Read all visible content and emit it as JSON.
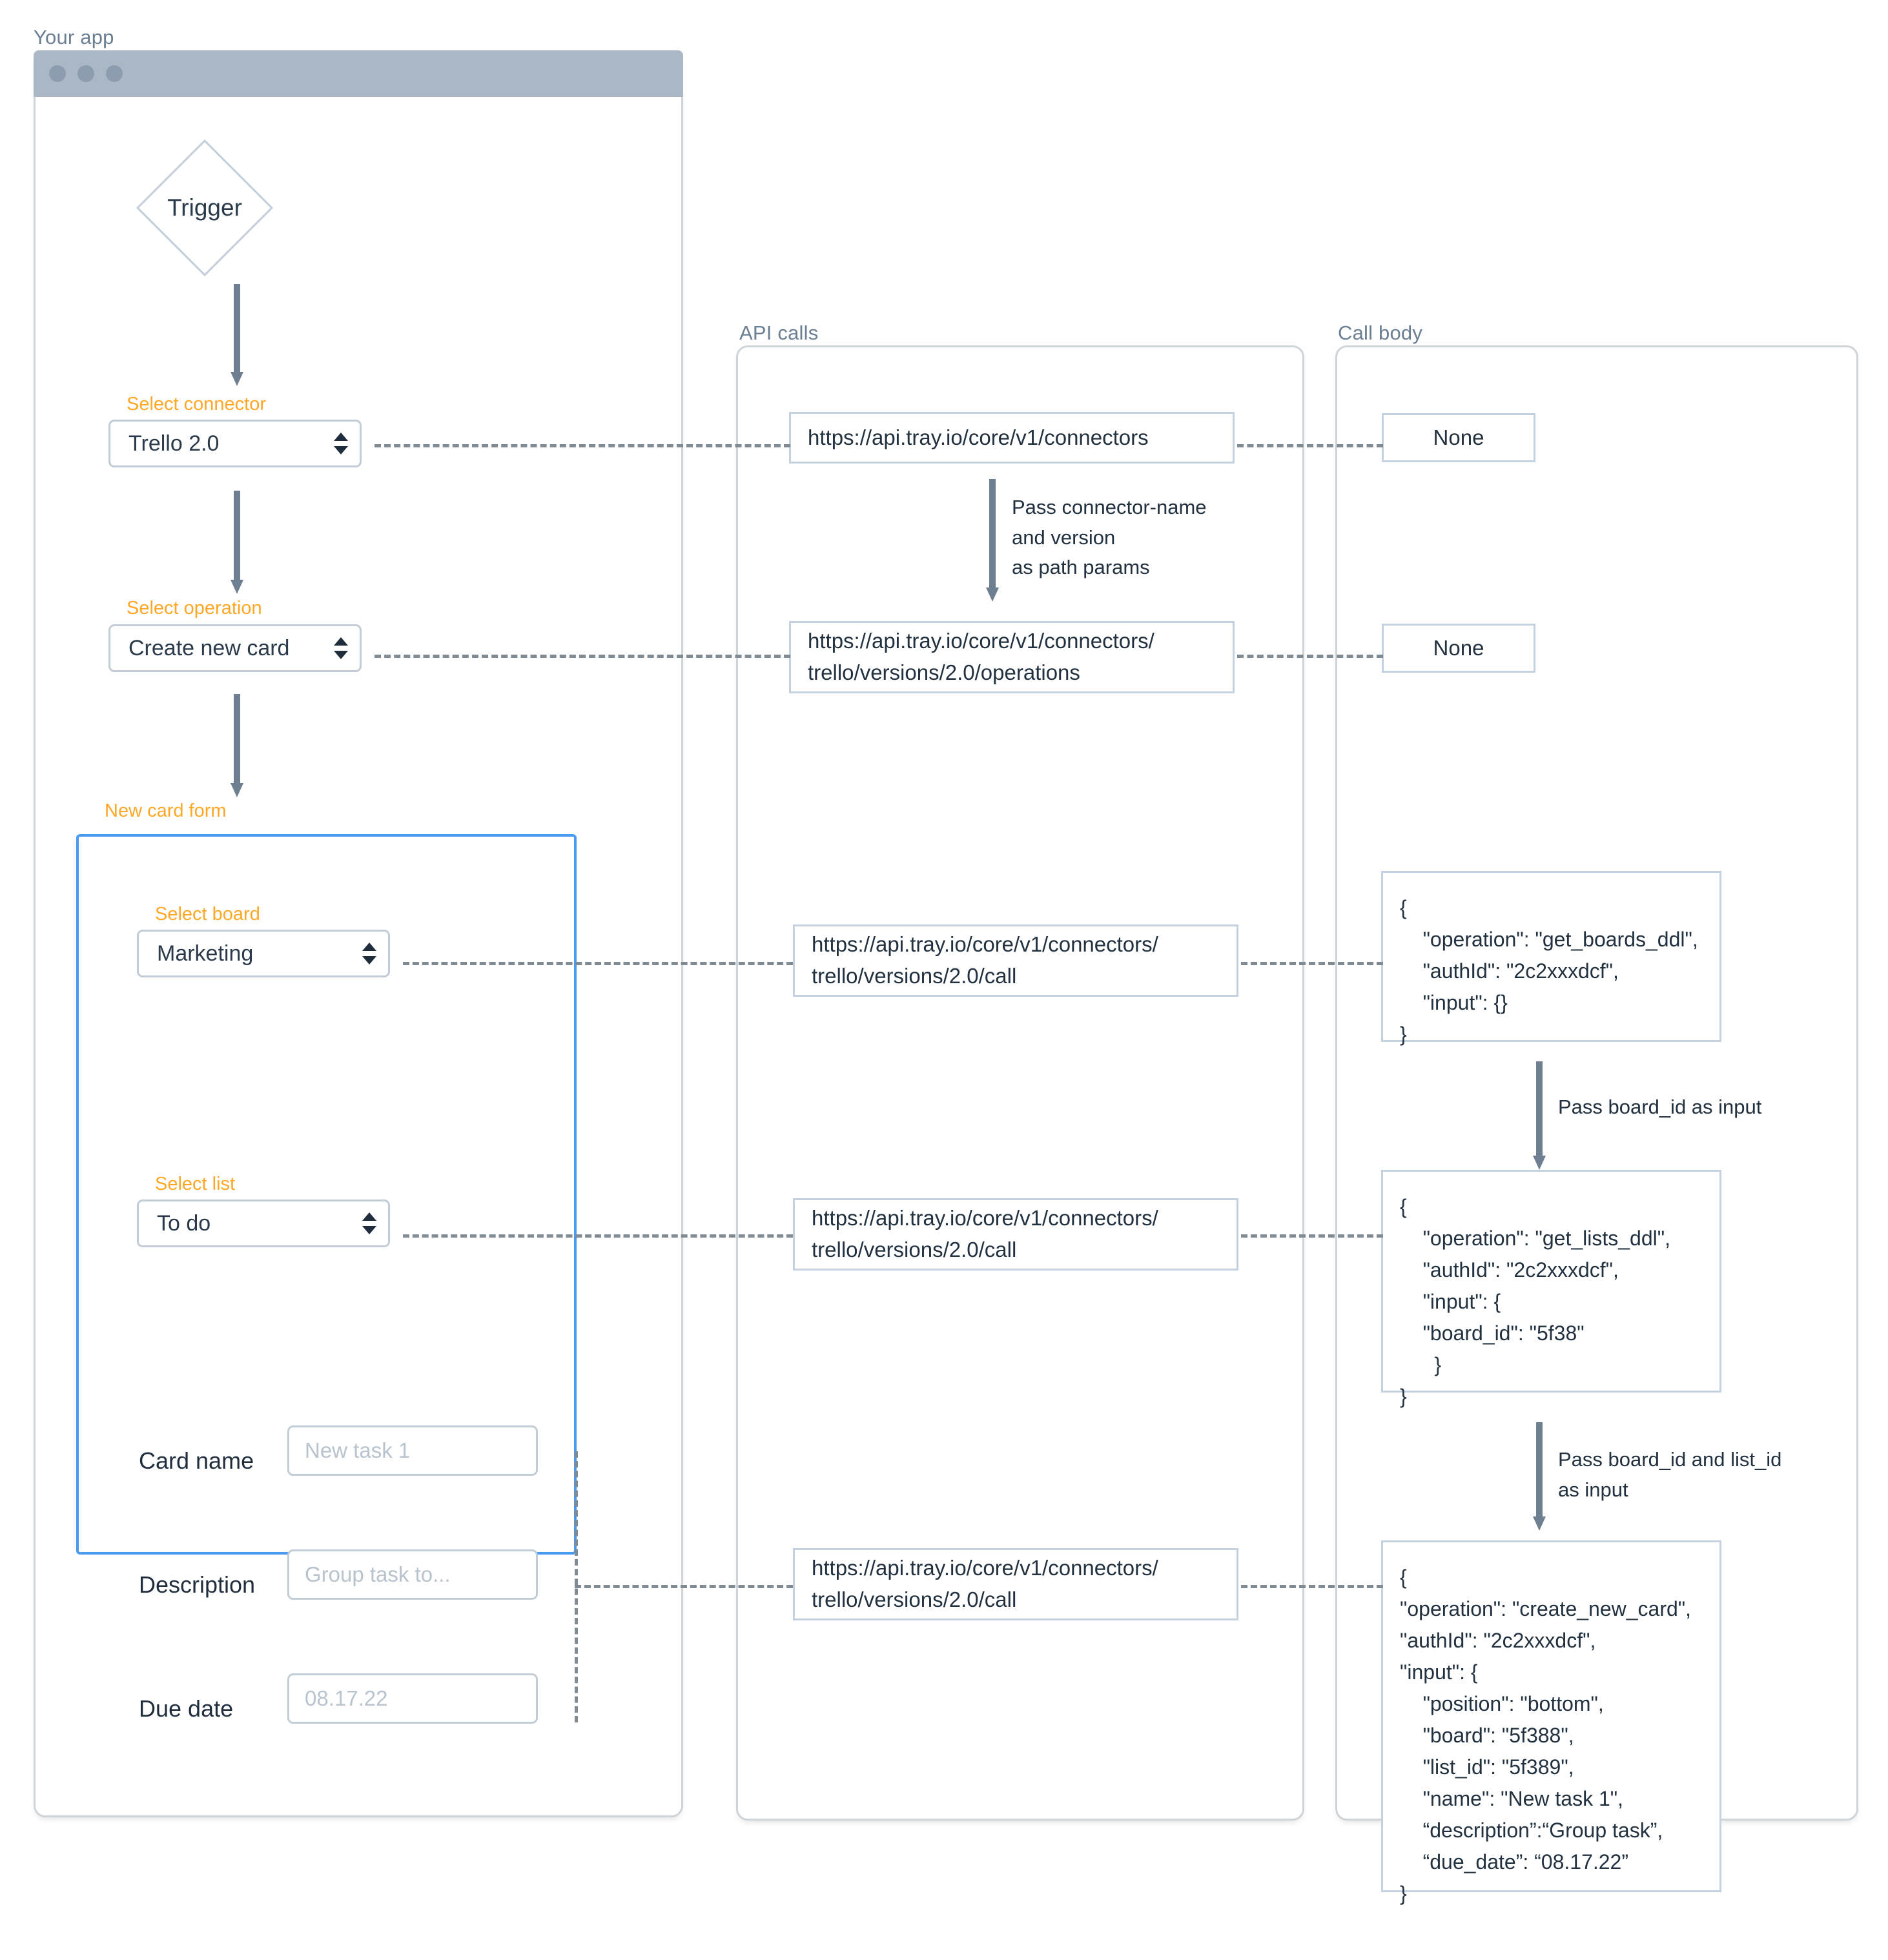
{
  "columns": {
    "app": "Your app",
    "api_calls": "API calls",
    "call_body": "Call body"
  },
  "app_window": {
    "trigger_label": "Trigger",
    "fields": {
      "connector": {
        "label": "Select connector",
        "value": "Trello 2.0"
      },
      "operation": {
        "label": "Select operation",
        "value": "Create new card"
      },
      "form_label": "New card form",
      "board": {
        "label": "Select board",
        "value": "Marketing"
      },
      "list": {
        "label": "Select list",
        "value": "To do"
      },
      "card_name": {
        "label": "Card name",
        "placeholder": "New task 1"
      },
      "description": {
        "label": "Description",
        "placeholder": "Group task to..."
      },
      "due_date": {
        "label": "Due date",
        "placeholder": "08.17.22"
      }
    }
  },
  "api_calls": {
    "connectors": "https://api.tray.io/core/v1/connectors",
    "operations": "https://api.tray.io/core/v1/connectors/\ntrello/versions/2.0/operations",
    "call_boards": "https://api.tray.io/core/v1/connectors/\ntrello/versions/2.0/call",
    "call_lists": "https://api.tray.io/core/v1/connectors/\ntrello/versions/2.0/call",
    "call_create": "https://api.tray.io/core/v1/connectors/\ntrello/versions/2.0/call",
    "annotation_path_params": "Pass connector-name\nand version\n as path params"
  },
  "call_body": {
    "none_connectors": "None",
    "none_operations": "None",
    "boards_json": "{\n    \"operation\": \"get_boards_ddl\",\n    \"authId\": \"2c2xxxdcf\",\n    \"input\": {}\n}",
    "lists_json": "{\n    \"operation\": \"get_lists_ddl\",\n    \"authId\": \"2c2xxxdcf\",\n    \"input\": {\n    \"board_id\": \"5f38\"\n      }\n}",
    "create_json": "{\n\"operation\": \"create_new_card\",\n\"authId\": \"2c2xxxdcf\",\n\"input\": {\n    \"position\": \"bottom\",\n    \"board\": \"5f388\",\n    \"list_id\": \"5f389\",\n    \"name\": \"New task 1\",\n    “description”:“Group task”,\n    “due_date”: “08.17.22”\n}",
    "annotation_board_id": "Pass board_id as input",
    "annotation_board_list_id": "Pass board_id and list_id\nas input"
  },
  "colors": {
    "orange": "#ffa726",
    "blue_accent": "#4a9bf0",
    "panel_border": "#cfd4d8",
    "box_border": "#c3d2de",
    "arrow": "#6d7f91",
    "titlebar": "#aab8c6",
    "dash": "#808b94",
    "text_dark": "#22313f",
    "caption": "#6b7f93",
    "placeholder": "#b8c3cd"
  }
}
